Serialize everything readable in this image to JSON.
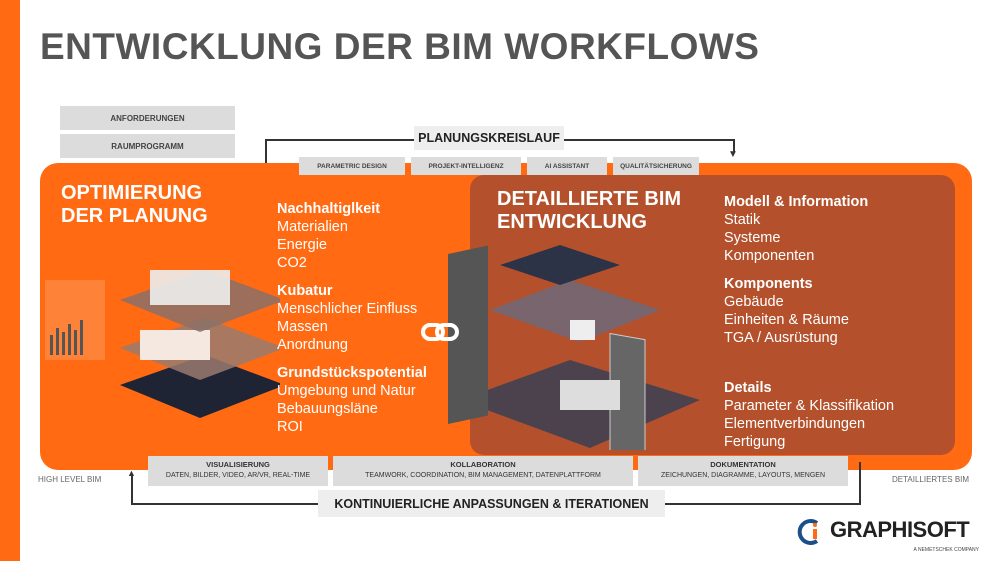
{
  "title": "ENTWICKLUNG DER BIM WORKFLOWS",
  "inputs": [
    "ANFORDERUNGEN",
    "RAUMPROGRAMM"
  ],
  "cycle": {
    "label": "PLANUNGSKREISLAUF",
    "tags": [
      "PARAMETRIC DESIGN",
      "PROJEKT-INTELLIGENZ",
      "AI  ASSISTANT",
      "QUALITÄTSICHERUNG"
    ]
  },
  "left": {
    "heading1": "OPTIMIERUNG",
    "heading2": "DER PLANUNG",
    "groups": [
      {
        "title": "Nachhaltiglkeit",
        "items": [
          "Materialien",
          "Energie",
          "CO2"
        ]
      },
      {
        "title": "Kubatur",
        "items": [
          "Menschlicher Einfluss",
          "Massen",
          "Anordnung"
        ]
      },
      {
        "title": "Grundstückspotential",
        "items": [
          "Umgebung und Natur",
          "Bebauungsläne",
          "ROI"
        ]
      }
    ]
  },
  "right": {
    "heading1": "DETAILLIERTE BIM",
    "heading2": "ENTWICKLUNG",
    "groups": [
      {
        "title": "Modell & Information",
        "items": [
          "Statik",
          "Systeme",
          "Komponenten"
        ]
      },
      {
        "title": "Komponents",
        "items": [
          "Gebäude",
          "Einheiten & Räume",
          "TGA / Ausrüstung"
        ]
      },
      {
        "title": "Details",
        "items": [
          "Parameter & Klassifikation",
          "Elementverbindungen",
          "Fertigung"
        ]
      }
    ]
  },
  "bottom": [
    {
      "title": "VISUALISIERUNG",
      "text": "DATEN, BILDER, VIDEO, AR/VR, REAL-TIME"
    },
    {
      "title": "KOLLABORATION",
      "text": "TEAMWORK, COORDINATION, BIM MANAGEMENT, DATENPLATTFORM"
    },
    {
      "title": "DOKUMENTATION",
      "text": "ZEICHUNGEN, DIAGRAMME, LAYOUTS, MENGEN"
    }
  ],
  "left_label": "HIGH LEVEL BIM",
  "right_label": "DETAILLIERTES BIM",
  "loop_label": "KONTINUIERLICHE ANPASSUNGEN & ITERATIONEN",
  "logo": {
    "name": "GRAPHISOFT",
    "sub": "A NEMETSCHEK COMPANY"
  },
  "colors": {
    "orange": "#ff6a13",
    "dark_panel": "#b4512c",
    "gray": "#dcdcdc"
  }
}
